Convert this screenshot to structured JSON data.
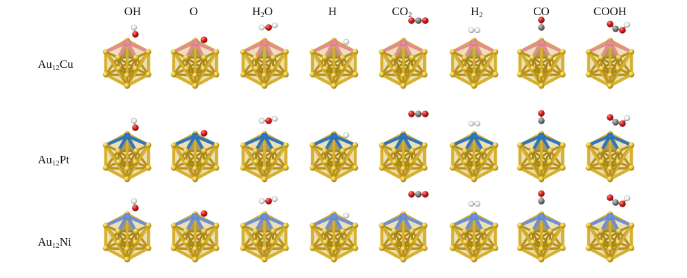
{
  "columns": [
    {
      "main": "OH",
      "sub": "",
      "tail": ""
    },
    {
      "main": "O",
      "sub": "",
      "tail": ""
    },
    {
      "main": "H",
      "sub": "2",
      "tail": "O"
    },
    {
      "main": "H",
      "sub": "",
      "tail": ""
    },
    {
      "main": "CO",
      "sub": "2",
      "tail": ""
    },
    {
      "main": "H",
      "sub": "2",
      "tail": ""
    },
    {
      "main": "CO",
      "sub": "",
      "tail": ""
    },
    {
      "main": "COOH",
      "sub": "",
      "tail": ""
    }
  ],
  "rows": [
    {
      "main": "Au",
      "sub": "12",
      "tail": "Cu",
      "dopant": "Cu"
    },
    {
      "main": "Au",
      "sub": "12",
      "tail": "Pt",
      "dopant": "Pt"
    },
    {
      "main": "Au",
      "sub": "12",
      "tail": "Ni",
      "dopant": "Ni"
    }
  ],
  "colors": {
    "gold": "#e9c53a",
    "gold_dark": "#a9841a",
    "gold_light": "#fbe98a",
    "Cu": "#e58a96",
    "Pt": "#2f76bd",
    "Ni": "#6c8fd6",
    "oxygen": "#d81e1e",
    "hydrogen": "#f2f2f2",
    "carbon": "#7d7d7d"
  }
}
